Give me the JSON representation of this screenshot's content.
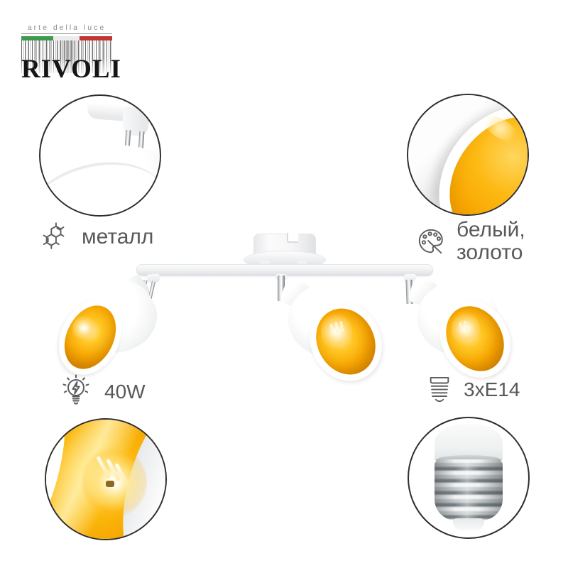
{
  "brand": {
    "tagline": "arte della luce",
    "name": "RIVOLI",
    "flag_colors": {
      "green": "#3E9A4D",
      "white": "#ECECEC",
      "red": "#C23630"
    }
  },
  "features": {
    "material": {
      "label": "металл",
      "icon": "molecule-icon"
    },
    "colors": {
      "line1": "белый,",
      "line2": "золото",
      "icon": "palette-icon"
    },
    "wattage": {
      "label": "40W",
      "icon": "bulb-power-icon"
    },
    "socket": {
      "label": "3xE14",
      "icon": "lamp-base-icon"
    }
  },
  "style": {
    "text_color": "#58595B",
    "gold": "#F7A600",
    "gold_bright": "#FFC724",
    "circle_border": "#2E2E30"
  }
}
